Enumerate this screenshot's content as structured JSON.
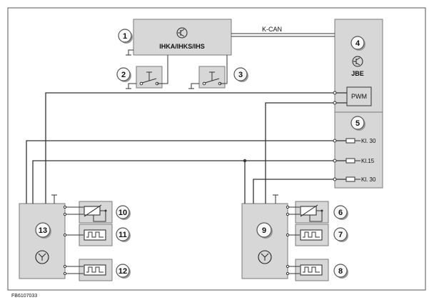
{
  "modules": {
    "ihka": {
      "number": "1",
      "label": "IHKA/IHKS/IHS"
    },
    "jbe": {
      "number": "4",
      "label": "JBE",
      "pwm_label": "PWM"
    },
    "fuse_block": {
      "number": "5"
    },
    "switch_left": {
      "number": "2"
    },
    "switch_right": {
      "number": "3"
    },
    "left_actuator": {
      "number": "13"
    },
    "right_actuator": {
      "number": "9"
    },
    "sensor_10": {
      "number": "10"
    },
    "sensor_11": {
      "number": "11"
    },
    "sensor_12": {
      "number": "12"
    },
    "sensor_6": {
      "number": "6"
    },
    "sensor_7": {
      "number": "7"
    },
    "sensor_8": {
      "number": "8"
    }
  },
  "bus": {
    "label": "K-CAN"
  },
  "terminals": [
    "Kl. 30",
    "Kl.15",
    "Kl. 30"
  ],
  "figure_id": "FB6107033"
}
